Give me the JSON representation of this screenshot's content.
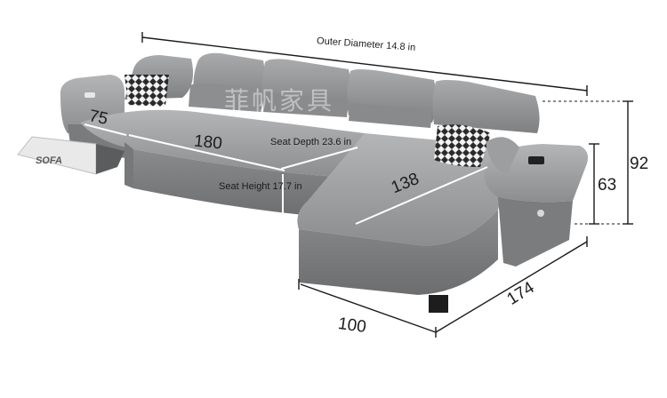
{
  "labels": {
    "outer_diameter": "Outer Diameter 14.8 in",
    "seat_depth": "Seat Depth 23.6 in",
    "seat_height": "Seat Height 17.7 in",
    "dim_75": "75",
    "dim_180": "180",
    "dim_138": "138",
    "dim_100": "100",
    "dim_174": "174",
    "dim_63": "63",
    "dim_92": "92"
  },
  "watermark": "菲帆家具",
  "footrest_mark": "SOFA",
  "colors": {
    "sofa_main": "#8f9092",
    "sofa_top": "#a8a9ab",
    "sofa_dark": "#6e6f71",
    "line": "#1a1a1a",
    "pillow": "#2a2a2a"
  }
}
